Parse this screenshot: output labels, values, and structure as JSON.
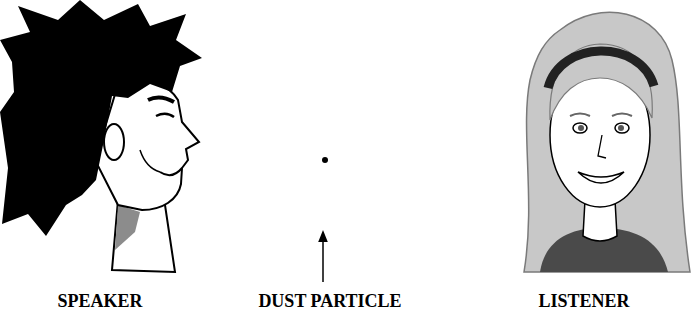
{
  "diagram": {
    "labels": [
      "SPEAKER",
      "DUST PARTICLE",
      "LISTENER"
    ]
  }
}
